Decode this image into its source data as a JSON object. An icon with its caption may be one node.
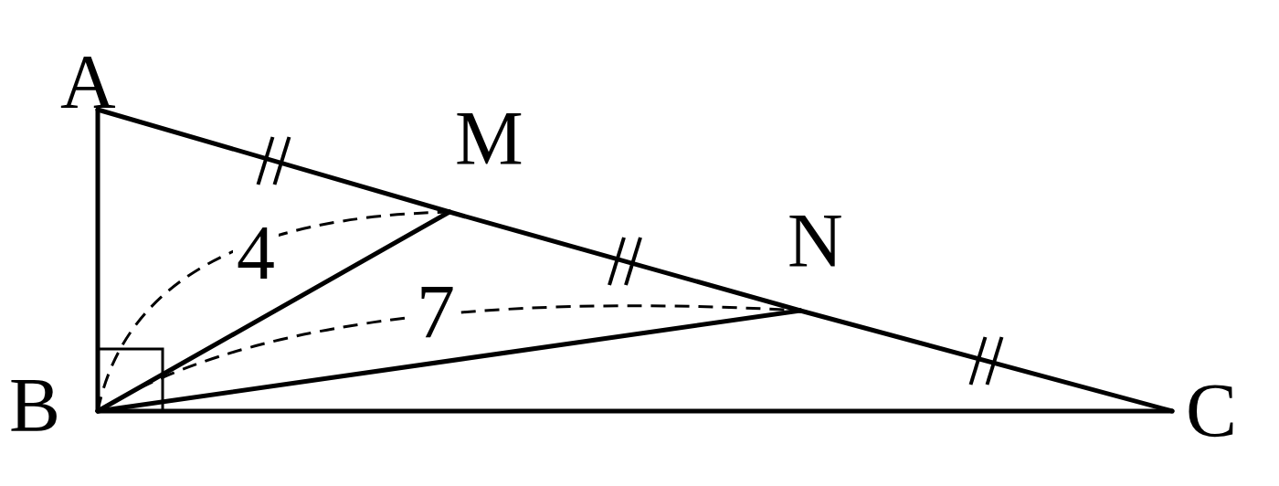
{
  "diagram": {
    "nodes": [
      {
        "text": [
          "A"
        ]
      },
      {
        "text": [
          "M"
        ]
      },
      {
        "text": [
          "N"
        ]
      },
      {
        "text": [
          "B"
        ]
      },
      {
        "text": [
          "C"
        ]
      }
    ],
    "edges": [
      {
        "from": 0,
        "to": 3,
        "arrow": "none"
      },
      {
        "from": 0,
        "to": 1,
        "arrow": "none"
      },
      {
        "from": 1,
        "to": 2,
        "arrow": "none"
      },
      {
        "from": 2,
        "to": 4,
        "arrow": "none"
      },
      {
        "from": 3,
        "to": 4,
        "arrow": "none"
      },
      {
        "from": 3,
        "to": 1,
        "arrow": "none"
      },
      {
        "from": 3,
        "to": 2,
        "arrow": "none"
      }
    ],
    "labels": [
      "4",
      "7"
    ]
  }
}
